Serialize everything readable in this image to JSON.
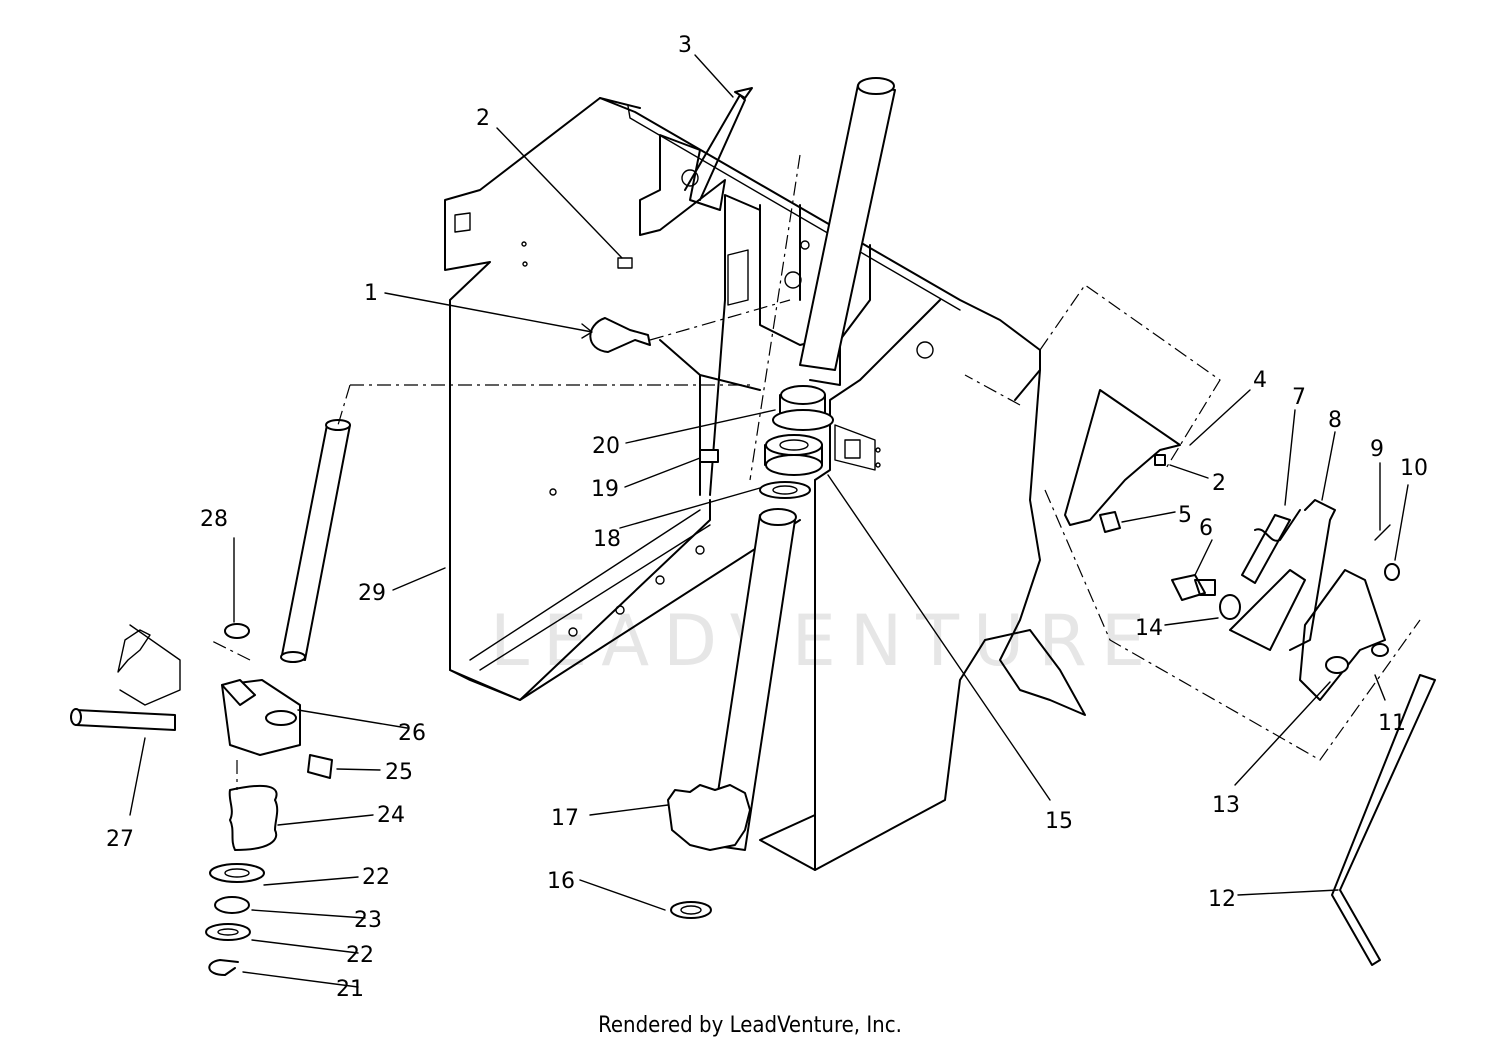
{
  "caption": "Rendered by LeadVenture, Inc.",
  "watermark": "LEADVENTURE",
  "callouts": [
    {
      "id": "c1",
      "text": "1"
    },
    {
      "id": "c2a",
      "text": "2"
    },
    {
      "id": "c2b",
      "text": "2"
    },
    {
      "id": "c3",
      "text": "3"
    },
    {
      "id": "c4",
      "text": "4"
    },
    {
      "id": "c5",
      "text": "5"
    },
    {
      "id": "c6",
      "text": "6"
    },
    {
      "id": "c7",
      "text": "7"
    },
    {
      "id": "c8",
      "text": "8"
    },
    {
      "id": "c9",
      "text": "9"
    },
    {
      "id": "c10",
      "text": "10"
    },
    {
      "id": "c11",
      "text": "11"
    },
    {
      "id": "c12",
      "text": "12"
    },
    {
      "id": "c13",
      "text": "13"
    },
    {
      "id": "c14",
      "text": "14"
    },
    {
      "id": "c15",
      "text": "15"
    },
    {
      "id": "c16",
      "text": "16"
    },
    {
      "id": "c17",
      "text": "17"
    },
    {
      "id": "c18",
      "text": "18"
    },
    {
      "id": "c19",
      "text": "19"
    },
    {
      "id": "c20",
      "text": "20"
    },
    {
      "id": "c21",
      "text": "21"
    },
    {
      "id": "c22a",
      "text": "22"
    },
    {
      "id": "c22b",
      "text": "22"
    },
    {
      "id": "c23",
      "text": "23"
    },
    {
      "id": "c24",
      "text": "24"
    },
    {
      "id": "c25",
      "text": "25"
    },
    {
      "id": "c26",
      "text": "26"
    },
    {
      "id": "c27",
      "text": "27"
    },
    {
      "id": "c28",
      "text": "28"
    },
    {
      "id": "c29",
      "text": "29"
    }
  ]
}
